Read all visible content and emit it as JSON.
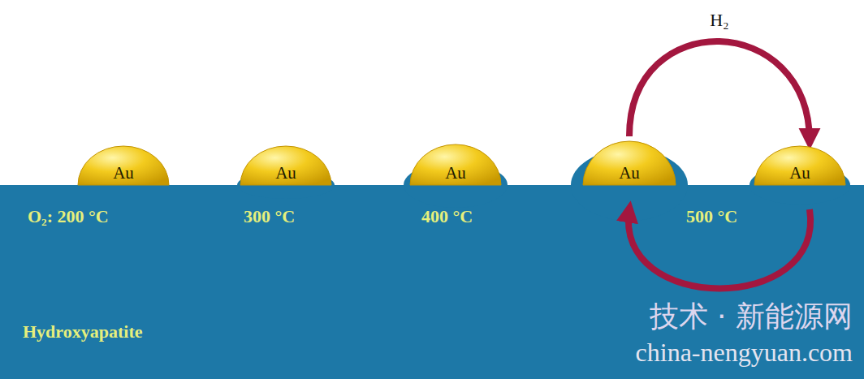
{
  "diagram": {
    "nodes": [
      {
        "text": [
          "Hydroxyapatite"
        ]
      },
      {
        "text": [
          "Au"
        ]
      },
      {
        "text": [
          "Au"
        ]
      },
      {
        "text": [
          "Au"
        ]
      },
      {
        "text": [
          "Au"
        ]
      },
      {
        "text": [
          "Au"
        ]
      }
    ],
    "edges": [
      {
        "from": 4,
        "to": 5,
        "arrow": "to",
        "label": "H₂"
      },
      {
        "from": 5,
        "to": 4,
        "arrow": "to"
      }
    ],
    "labels": [
      "O₂: 200 °C",
      "300 °C",
      "400 °C",
      "500 °C",
      "技术 · 新能源网",
      "china-nengyuan.com"
    ]
  }
}
